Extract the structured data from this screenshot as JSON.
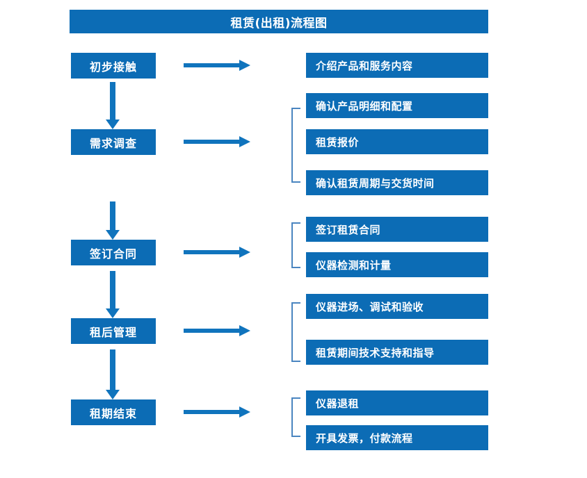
{
  "diagram": {
    "title": "租赁(出租)流程图",
    "accent_color": "#0c6cb5",
    "arrow_color": "#1074bd",
    "bracket_color": "#4a85c0",
    "background_color": "#ffffff",
    "stages": [
      {
        "label": "初步接触"
      },
      {
        "label": "需求调查"
      },
      {
        "label": "签订合同"
      },
      {
        "label": "租后管理"
      },
      {
        "label": "租期结束"
      }
    ],
    "details": [
      {
        "label": "介绍产品和服务内容"
      },
      {
        "label": "确认产品明细和配置"
      },
      {
        "label": "租赁报价"
      },
      {
        "label": "确认租赁周期与交货时间"
      },
      {
        "label": "签订租赁合同"
      },
      {
        "label": "仪器检测和计量"
      },
      {
        "label": "仪器进场、调试和验收"
      },
      {
        "label": "租赁期间技术支持和指导"
      },
      {
        "label": "仪器退租"
      },
      {
        "label": "开具发票，付款流程"
      }
    ]
  }
}
